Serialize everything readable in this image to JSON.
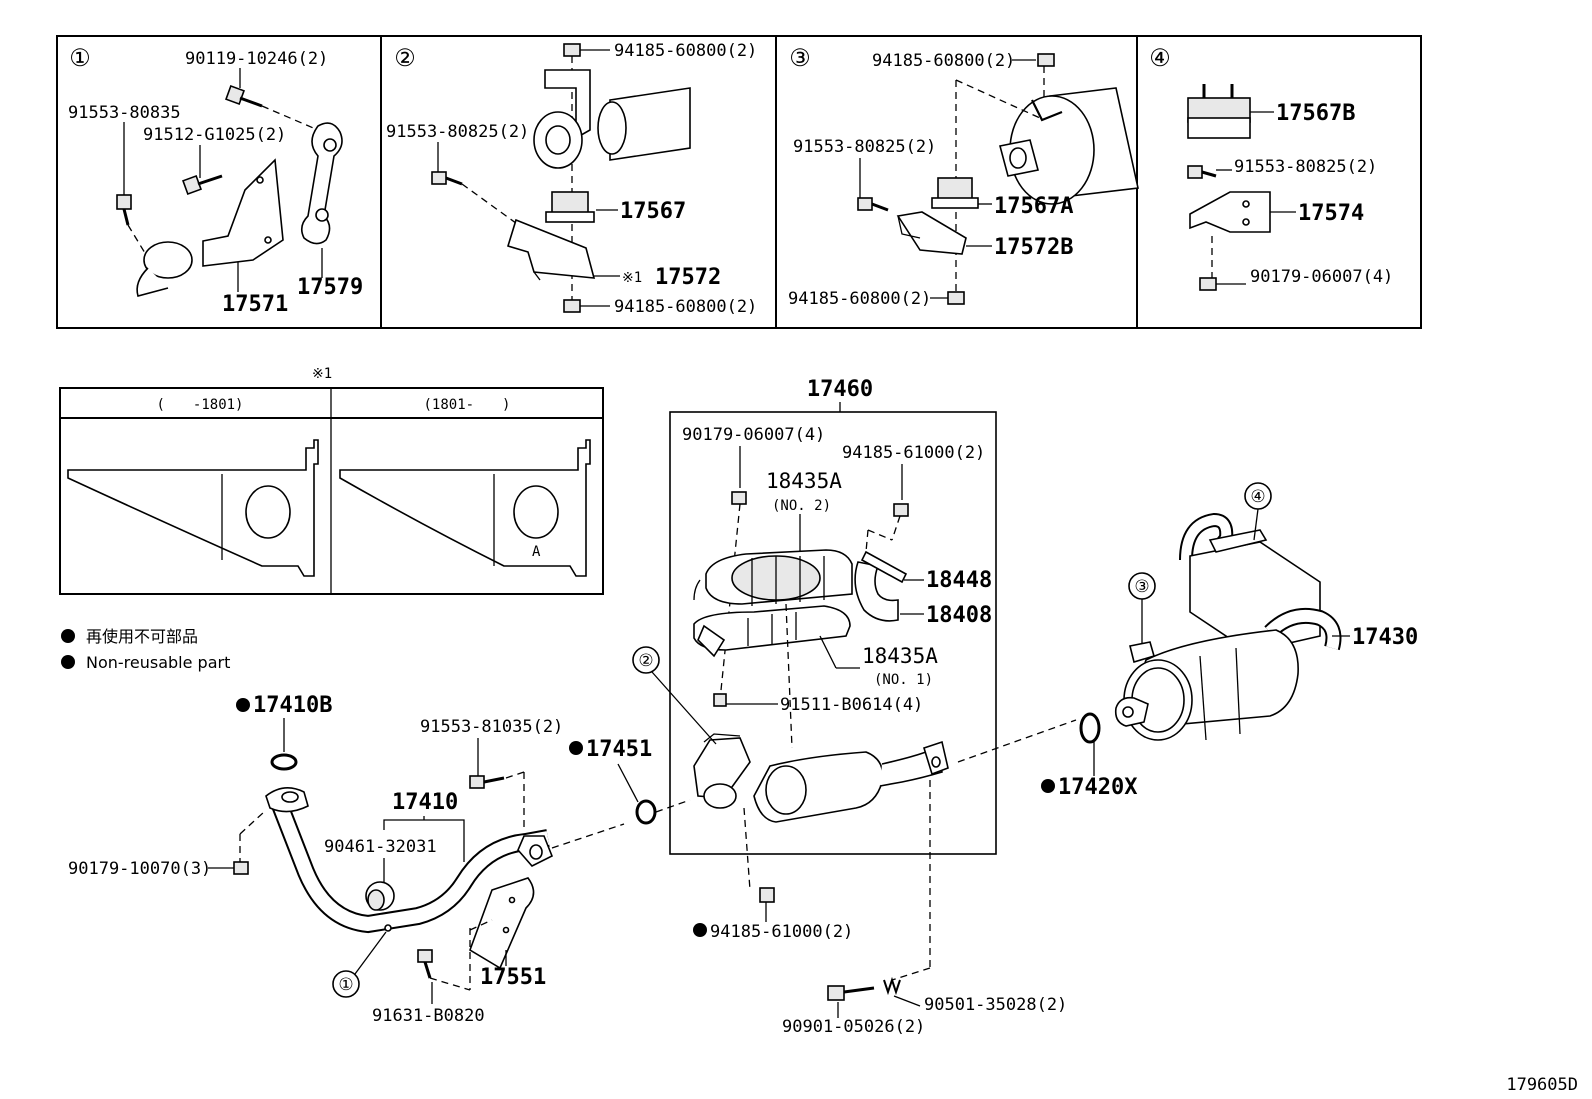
{
  "panels": [
    {
      "num": "①",
      "labels": {
        "bolt_top": "90119-10246(2)",
        "bolt_left": "91553-80835",
        "bolt_mid": "91512-G1025(2)",
        "bracket": "17571",
        "hanger": "17579"
      }
    },
    {
      "num": "②",
      "labels": {
        "nut_top": "94185-60800(2)",
        "bolt": "91553-80825(2)",
        "insulator": "17567",
        "bracket_mark": "※1",
        "bracket": "17572",
        "nut_bottom": "94185-60800(2)"
      }
    },
    {
      "num": "③",
      "labels": {
        "nut_top": "94185-60800(2)",
        "bolt": "91553-80825(2)",
        "insulator": "17567A",
        "bracket": "17572B",
        "nut_bottom": "94185-60800(2)"
      }
    },
    {
      "num": "④",
      "labels": {
        "insulator": "17567B",
        "bolt": "91553-80825(2)",
        "bracket": "17574",
        "nut": "90179-06007(4)"
      }
    }
  ],
  "note_box": {
    "mark": "※1",
    "col_left": "(　　-1801)",
    "col_right": "(1801-　　)",
    "mark_a": "A"
  },
  "legend": {
    "jp": "再使用不可部品",
    "en": "Non-reusable part"
  },
  "main": {
    "assembly_label": "17460",
    "assembly_parts": {
      "nut": "90179-06007(4)",
      "nut2": "94185-61000(2)",
      "shield_no2": "18435A",
      "shield_no2_sub": "(NO. 2)",
      "clamp1": "18448",
      "clamp2": "18408",
      "shield_no1": "18435A",
      "shield_no1_sub": "(NO. 1)",
      "bolt": "91511-B0614(4)"
    },
    "gasket_top": "17410B",
    "bolt_pipe": "91553-81035(2)",
    "gasket_mid": "17451",
    "front_pipe": "17410",
    "damper": "90461-32031",
    "nut_front": "90179-10070(3)",
    "heat_insulator": "17551",
    "bolt_bottom": "91631-B0820",
    "nut_assembly": "94185-61000(2)",
    "spring": "90501-35028(2)",
    "bolt_spring": "90901-05026(2)",
    "gasket_rear": "17420X",
    "muffler": "17430",
    "callouts": [
      "①",
      "②",
      "③",
      "④"
    ]
  },
  "diagram_id": "179605D"
}
